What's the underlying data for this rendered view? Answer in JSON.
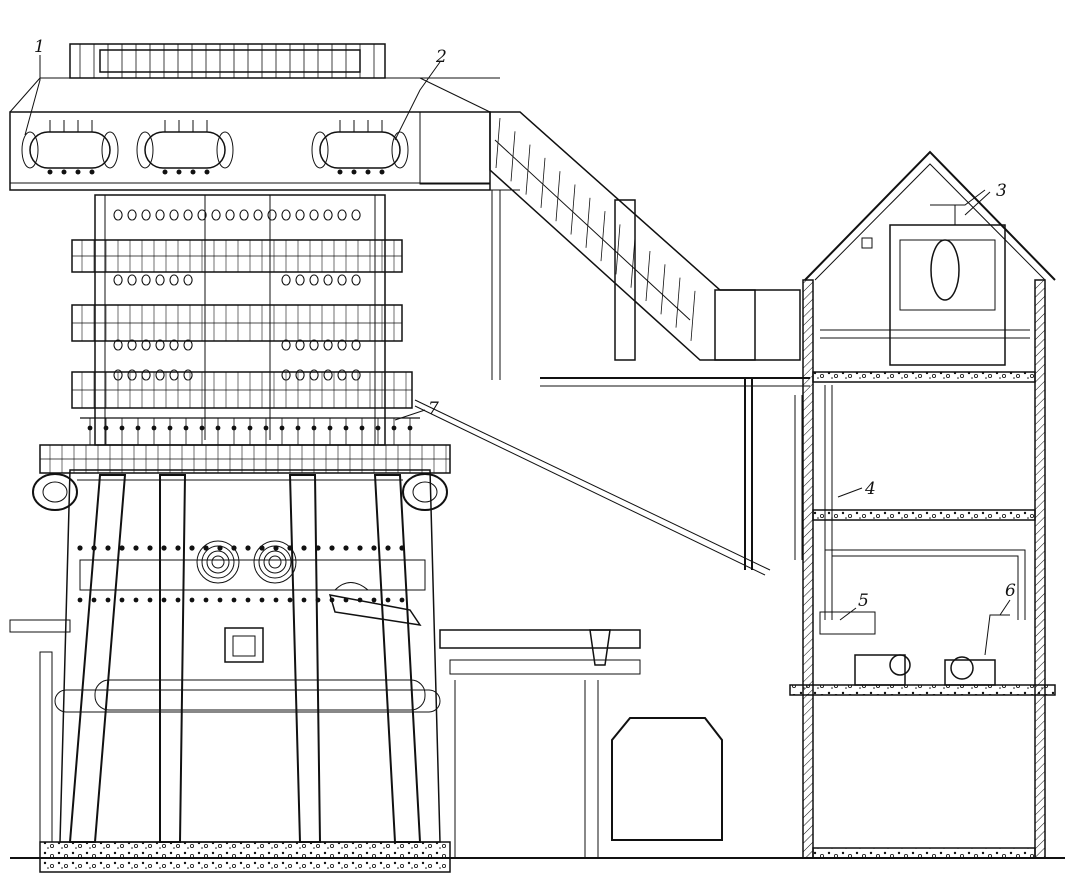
{
  "callouts": [
    {
      "label": "1"
    },
    {
      "label": "2"
    },
    {
      "label": "3"
    },
    {
      "label": "4"
    },
    {
      "label": "5"
    },
    {
      "label": "6"
    },
    {
      "label": "7"
    }
  ],
  "colors": {
    "ink": "#111111",
    "paper": "#ffffff"
  }
}
